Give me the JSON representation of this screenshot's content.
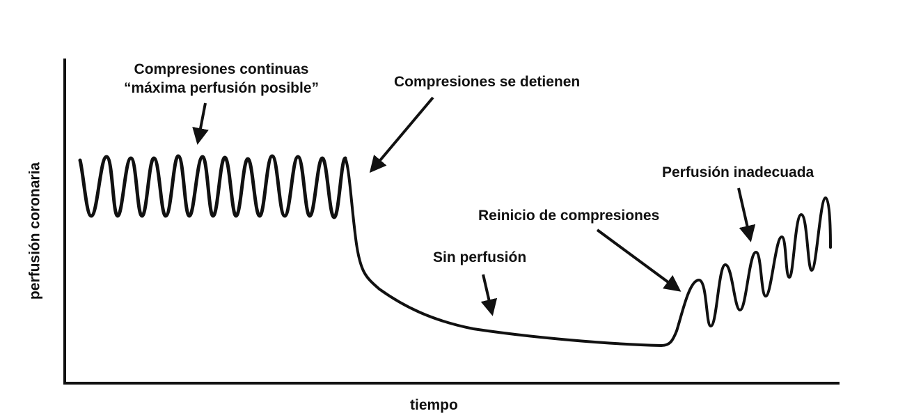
{
  "labels": {
    "continuous_line1": "Compresiones continuas",
    "continuous_line2": "“máxima perfusión posible”",
    "stopped": "Compresiones se detienen",
    "no_perfusion": "Sin perfusión",
    "restart": "Reinicio de compresiones",
    "inadequate": "Perfusión inadecuada"
  },
  "axes": {
    "y_label": "perfusión coronaria",
    "x_label": "tiempo"
  },
  "colors": {
    "line": "#111111",
    "background": "#ffffff"
  }
}
